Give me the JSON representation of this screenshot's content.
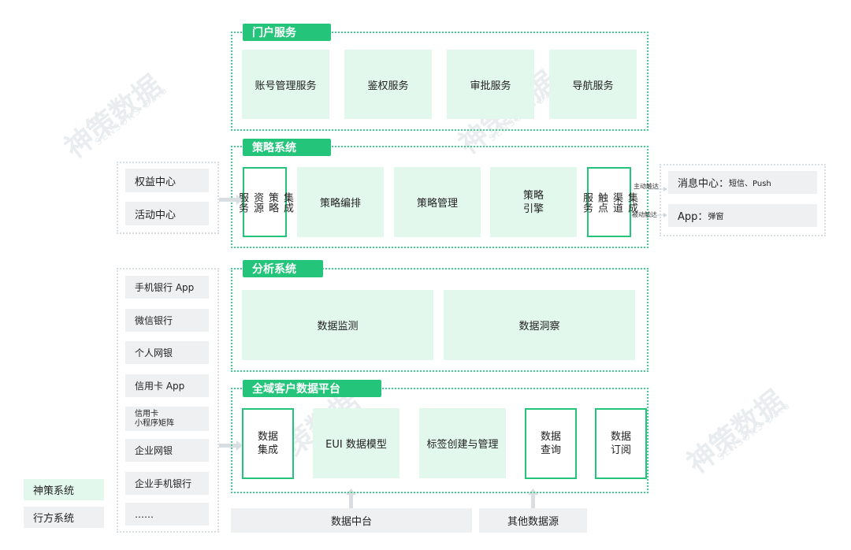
{
  "portal": {
    "title": "门户服务",
    "items": [
      "账号管理服务",
      "鉴权服务",
      "审批服务",
      "导航服务"
    ]
  },
  "strategy": {
    "title": "策略系统",
    "integration": [
      "集成",
      "策略",
      "资源",
      "服务"
    ],
    "items": [
      "策略编排",
      "策略管理"
    ],
    "engine_line1": "策略",
    "engine_line2": "引擎",
    "channel": [
      "集成",
      "渠道",
      "触点",
      "服务"
    ]
  },
  "left_top": [
    "权益中心",
    "活动中心"
  ],
  "right_targets": {
    "active_label": "主动触达",
    "passive_label": "被动触达",
    "msg_main": "消息中心：",
    "msg_sub": "短信、Push",
    "app_main": "App：",
    "app_sub": "弹窗"
  },
  "analysis": {
    "title": "分析系统",
    "items": [
      "数据监测",
      "数据洞察"
    ]
  },
  "channels": [
    "手机银行 App",
    "微信银行",
    "个人网银",
    "信用卡 App",
    "信用卡",
    "小程序矩阵",
    "企业网银",
    "企业手机银行",
    "……"
  ],
  "cdp": {
    "title": "全域客户数据平台",
    "integration": [
      "数据",
      "集成"
    ],
    "model": "EUI 数据模型",
    "tag": "标签创建与管理",
    "query": [
      "数据",
      "查询"
    ],
    "subscribe": [
      "数据",
      "订阅"
    ]
  },
  "bottom": {
    "middle": "数据中台",
    "other": "其他数据源"
  },
  "legend": {
    "shence": "神策系统",
    "bank": "行方系统"
  },
  "watermark": {
    "main": "神策数据",
    "sub": "SENSORS Data"
  },
  "colors": {
    "accent": "#24c47a",
    "mint": "#e3f8ed",
    "grey": "#eef0f1"
  }
}
